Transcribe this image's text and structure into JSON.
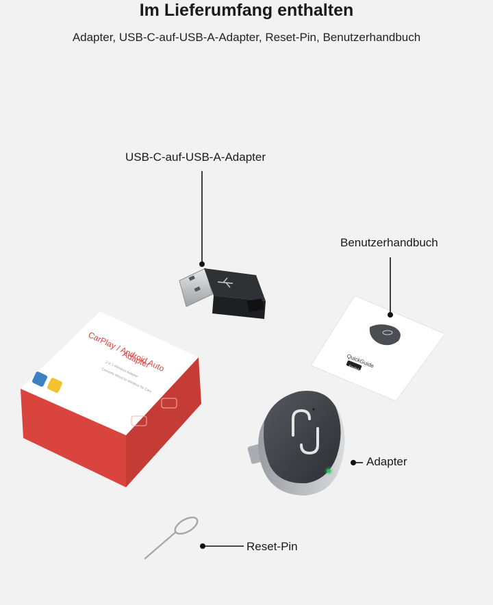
{
  "header": {
    "title": "Im Lieferumfang enthalten",
    "subtitle": "Adapter, USB-C-auf-USB-A-Adapter, Reset-Pin, Benutzerhandbuch"
  },
  "callouts": {
    "usbc_adapter": "USB-C-auf-USB-A-Adapter",
    "manual": "Benutzerhandbuch",
    "adapter": "Adapter",
    "reset_pin": "Reset-Pin"
  },
  "box": {
    "title_line1": "CarPlay / Android Auto",
    "title_line2": "Adapter",
    "tagline_line1": "2 in 1 Wireless Adapter",
    "tagline_line2": "Converts Wired to Wireless for Cars"
  },
  "manual_card": {
    "title": "QuickGuide",
    "badge": "English"
  },
  "colors": {
    "background": "#f2f2f2",
    "box_red": "#d9443f",
    "adapter_dark": "#3a3d42",
    "led_green": "#22c55e"
  }
}
